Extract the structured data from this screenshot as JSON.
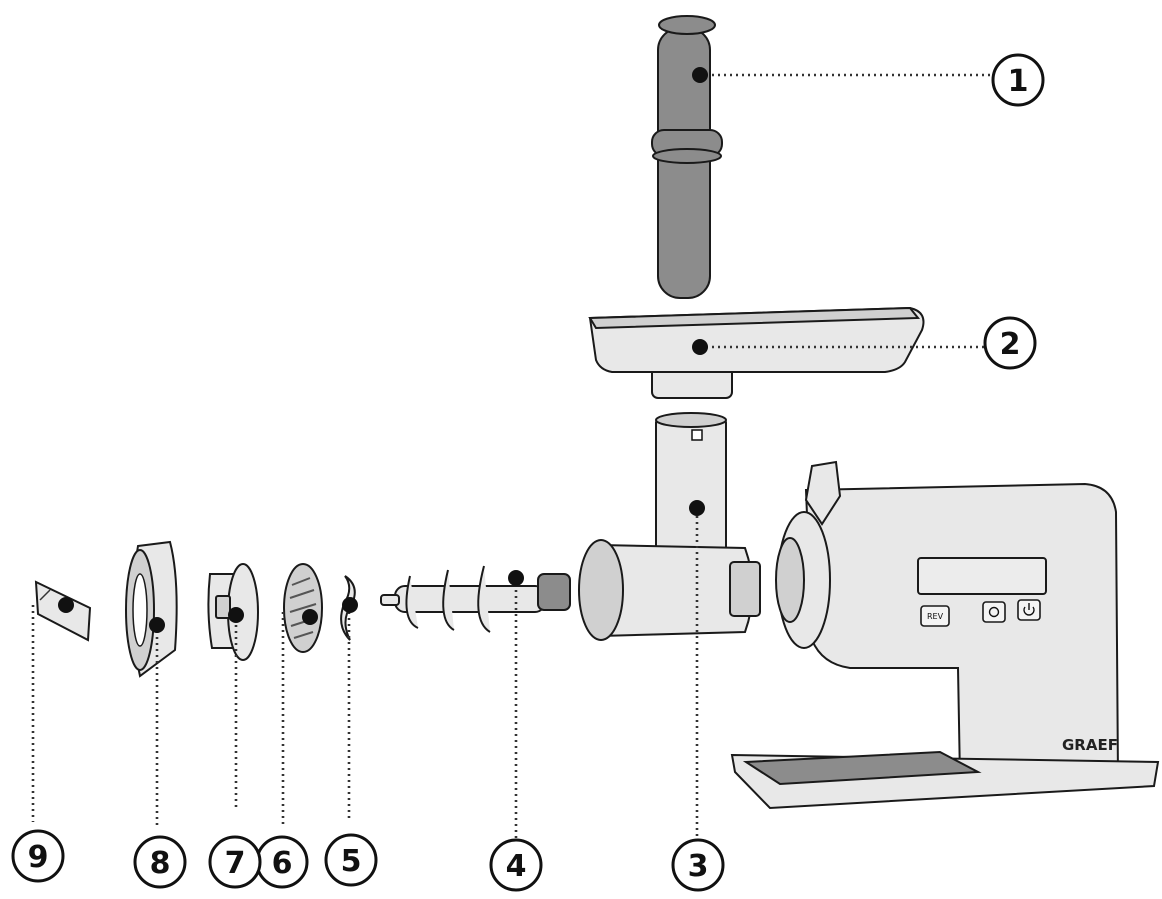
{
  "diagram": {
    "callouts": [
      {
        "id": "1",
        "label": "1"
      },
      {
        "id": "2",
        "label": "2"
      },
      {
        "id": "3",
        "label": "3"
      },
      {
        "id": "4",
        "label": "4"
      },
      {
        "id": "5",
        "label": "5"
      },
      {
        "id": "6",
        "label": "6"
      },
      {
        "id": "7",
        "label": "7"
      },
      {
        "id": "8",
        "label": "8"
      },
      {
        "id": "9",
        "label": "9"
      }
    ],
    "control_panel": {
      "rev_label": "REV"
    },
    "brand": "GRAEF"
  }
}
